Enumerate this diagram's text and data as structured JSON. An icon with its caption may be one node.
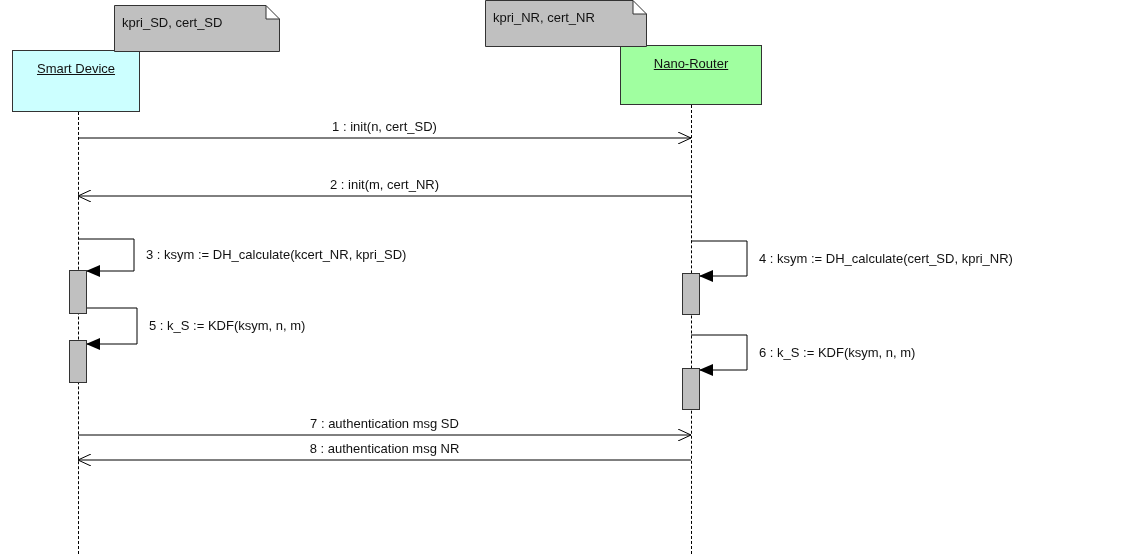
{
  "diagram": {
    "nodes": [
      {
        "text": [
          "Smart Device"
        ]
      },
      {
        "text": [
          "Nano-Router"
        ]
      },
      {
        "text": [
          "kpri_SD, cert_SD"
        ]
      },
      {
        "text": [
          "kpri_NR, cert_NR"
        ]
      },
      {
        "text": [],
        "shape": "line"
      },
      {
        "text": [],
        "shape": "line"
      },
      {
        "text": [],
        "shape": "bar"
      },
      {
        "text": [],
        "shape": "bar"
      },
      {
        "text": [],
        "shape": "bar"
      },
      {
        "text": [],
        "shape": "bar"
      }
    ],
    "edges": [
      {
        "from": 4,
        "to": 5,
        "arrow": "to",
        "label": "1 : init(n, cert_SD)"
      },
      {
        "from": 5,
        "to": 4,
        "arrow": "to",
        "label": "2 : init(m, cert_NR)"
      },
      {
        "from": 4,
        "to": 6,
        "arrow": "to",
        "label": "3 : ksym := DH_calculate(kcert_NR, kpri_SD)"
      },
      {
        "from": 5,
        "to": 8,
        "arrow": "to",
        "label": "4 : ksym := DH_calculate(cert_SD, kpri_NR)"
      },
      {
        "from": 6,
        "to": 7,
        "arrow": "to",
        "label": "5 : k_S := KDF(ksym, n, m)"
      },
      {
        "from": 5,
        "to": 9,
        "arrow": "to",
        "label": "6 : k_S := KDF(ksym, n, m)"
      },
      {
        "from": 4,
        "to": 5,
        "arrow": "to",
        "label": "7 : authentication msg SD"
      },
      {
        "from": 5,
        "to": 4,
        "arrow": "to",
        "label": "8 : authentication msg NR"
      }
    ]
  }
}
